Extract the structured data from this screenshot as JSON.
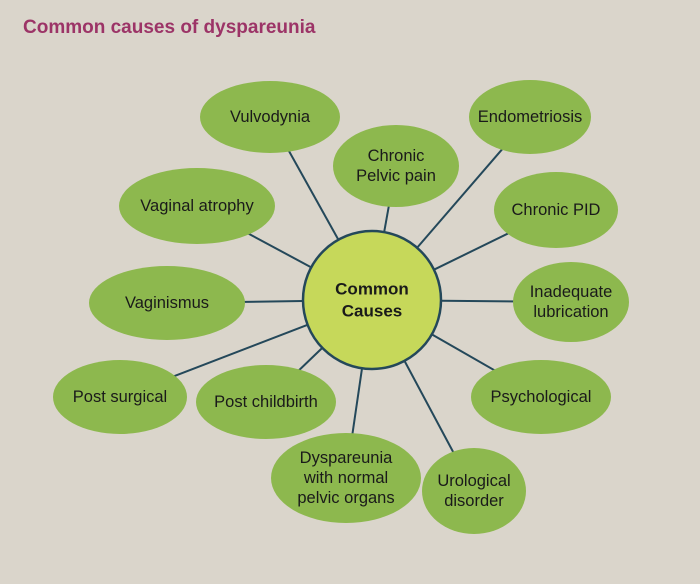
{
  "title": "Common causes of dyspareunia",
  "colors": {
    "background": "#dad5cb",
    "title": "#9c3467",
    "node_fill": "#8db84e",
    "center_fill": "#c6d85a",
    "center_stroke": "#24485a",
    "connector": "#24485a"
  },
  "center": {
    "lines": [
      "Common",
      "Causes"
    ]
  },
  "nodes": [
    {
      "id": "vulvodynia",
      "lines": [
        "Vulvodynia"
      ]
    },
    {
      "id": "endometriosis",
      "lines": [
        "Endometriosis"
      ]
    },
    {
      "id": "chronic-pelvic-pain",
      "lines": [
        "Chronic",
        "Pelvic pain"
      ]
    },
    {
      "id": "vaginal-atrophy",
      "lines": [
        "Vaginal atrophy"
      ]
    },
    {
      "id": "chronic-pid",
      "lines": [
        "Chronic PID"
      ]
    },
    {
      "id": "vaginismus",
      "lines": [
        "Vaginismus"
      ]
    },
    {
      "id": "inadequate-lubrication",
      "lines": [
        "Inadequate",
        "lubrication"
      ]
    },
    {
      "id": "post-surgical",
      "lines": [
        "Post surgical"
      ]
    },
    {
      "id": "post-childbirth",
      "lines": [
        "Post childbirth"
      ]
    },
    {
      "id": "psychological",
      "lines": [
        "Psychological"
      ]
    },
    {
      "id": "dyspareunia-normal",
      "lines": [
        "Dyspareunia",
        "with normal",
        "pelvic organs"
      ]
    },
    {
      "id": "urological-disorder",
      "lines": [
        "Urological",
        "disorder"
      ]
    }
  ]
}
